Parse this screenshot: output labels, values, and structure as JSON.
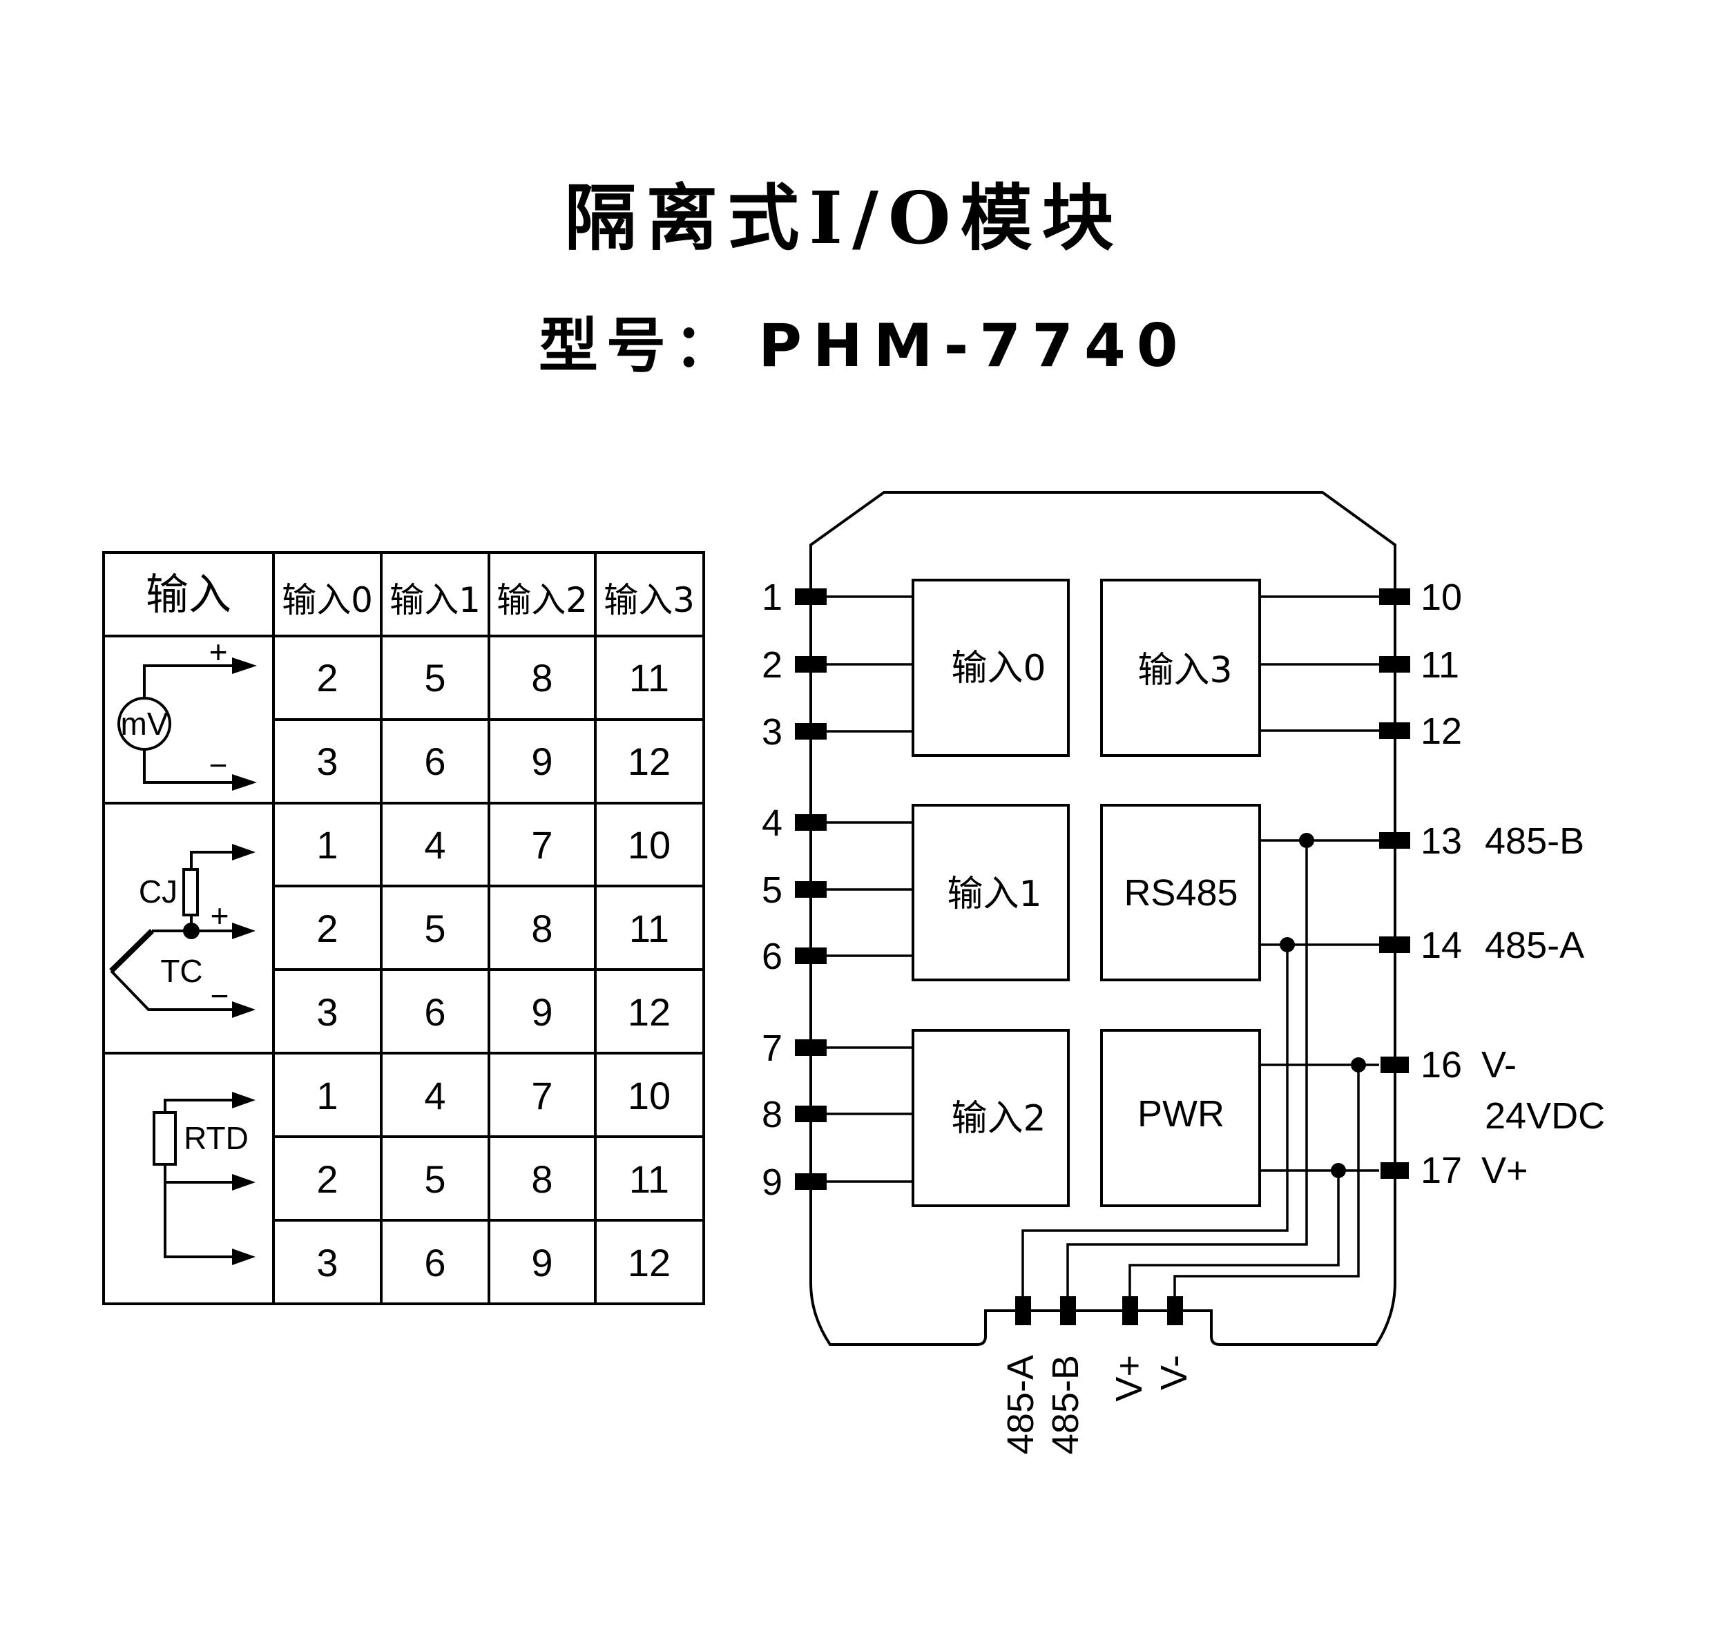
{
  "header": {
    "title": "隔离式I/O模块",
    "model_label": "型号：",
    "model_value": "PHM-7740"
  },
  "table": {
    "corner_header": "输入",
    "column_headers": [
      "输入0",
      "输入1",
      "输入2",
      "输入3"
    ],
    "sections": [
      {
        "type": "mV",
        "symbol_label": "mV",
        "plus": "+",
        "minus": "−",
        "rows": [
          [
            "2",
            "5",
            "8",
            "11"
          ],
          [
            "3",
            "6",
            "9",
            "12"
          ]
        ]
      },
      {
        "type": "TC",
        "symbol_label": "TC",
        "cj_label": "CJ",
        "plus": "+",
        "minus": "−",
        "rows": [
          [
            "1",
            "4",
            "7",
            "10"
          ],
          [
            "2",
            "5",
            "8",
            "11"
          ],
          [
            "3",
            "6",
            "9",
            "12"
          ]
        ]
      },
      {
        "type": "RTD",
        "symbol_label": "RTD",
        "rows": [
          [
            "1",
            "4",
            "7",
            "10"
          ],
          [
            "2",
            "5",
            "8",
            "11"
          ],
          [
            "3",
            "6",
            "9",
            "12"
          ]
        ]
      }
    ]
  },
  "module": {
    "blocks": {
      "input0": "输入0",
      "input1": "输入1",
      "input2": "输入2",
      "input3": "输入3",
      "rs485": "RS485",
      "pwr": "PWR"
    },
    "left_pins": [
      "1",
      "2",
      "3",
      "4",
      "5",
      "6",
      "7",
      "8",
      "9"
    ],
    "right_pins": [
      {
        "num": "10",
        "signal": ""
      },
      {
        "num": "11",
        "signal": ""
      },
      {
        "num": "12",
        "signal": ""
      },
      {
        "num": "13",
        "signal": "485-B"
      },
      {
        "num": "14",
        "signal": "485-A"
      },
      {
        "num": "16",
        "signal": "V-"
      },
      {
        "num": "17",
        "signal": "V+"
      }
    ],
    "supply_label": "24VDC",
    "bottom_pins": [
      "485-A",
      "485-B",
      "V+",
      "V-"
    ]
  }
}
